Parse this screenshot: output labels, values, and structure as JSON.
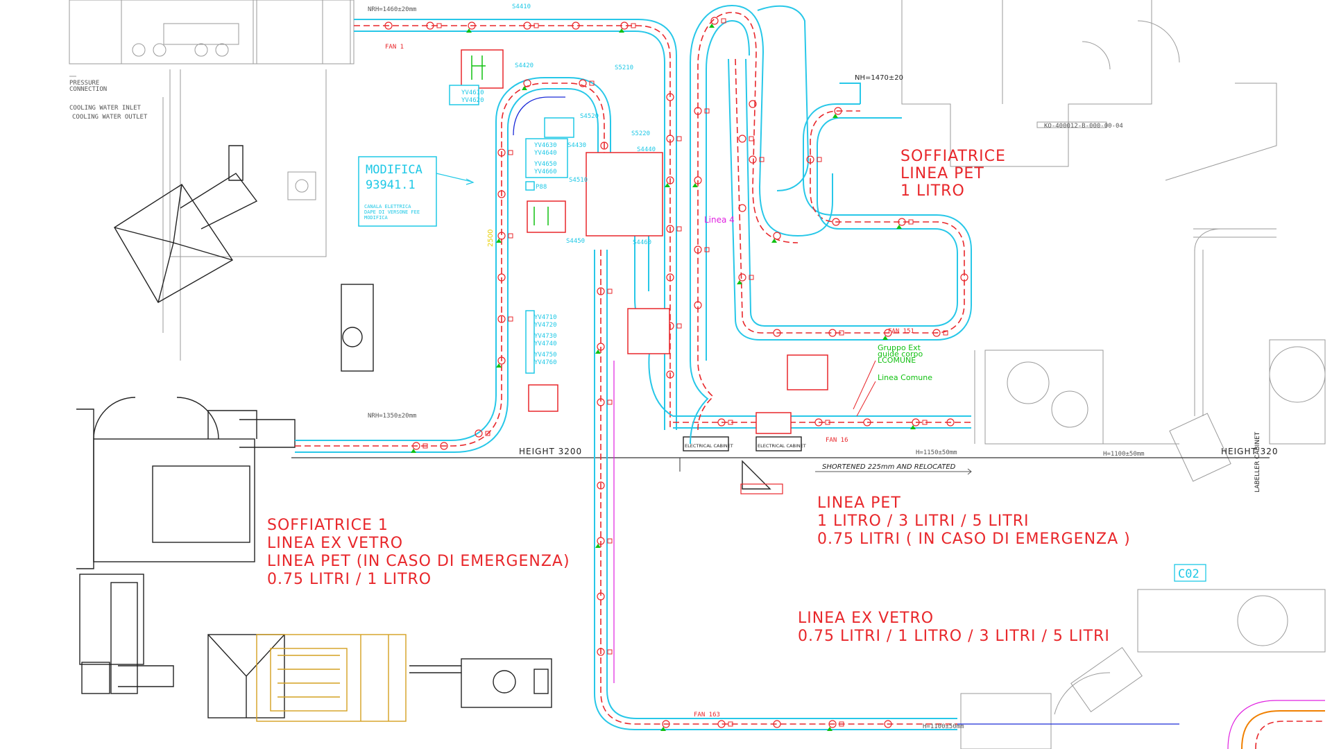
{
  "notes": {
    "soffiatrice_1": [
      "SOFFIATRICE 1",
      "LINEA EX VETRO",
      "LINEA PET (IN CASO DI EMERGENZA)",
      "0.75 LITRI / 1 LITRO"
    ],
    "soffiatrice_pet": [
      "SOFFIATRICE",
      "LINEA PET",
      "1 LITRO"
    ],
    "linea_pet": [
      "LINEA PET",
      "1 LITRO / 3 LITRI / 5 LITRI",
      "0.75 LITRI ( IN CASO DI EMERGENZA )"
    ],
    "linea_ex_vetro": [
      "LINEA EX VETRO",
      "0.75 LITRI / 1 LITRO / 3 LITRI / 5 LITRI"
    ]
  },
  "modifica": {
    "title": "MODIFICA",
    "number": "93941.1",
    "desc": [
      "CANALA ELETTRICA",
      "DAPE DI VERSONE FEE",
      "MODIFICA"
    ]
  },
  "height_marks": [
    "HEIGHT 3200",
    "HEIGHT 320"
  ],
  "dimension_marks": [
    "NRH=1460±20mm",
    "NRH=1350±20mm",
    "NH=1470±20",
    "H=1100±50mm",
    "H=1150±50mm",
    "H=1100±50mm"
  ],
  "shortened_note": "SHORTENED 225mm AND RELOCATED",
  "utility_labels": [
    "PRESSURE",
    "CONNECTION",
    "COOLING WATER INLET",
    "COOLING WATER OUTLET"
  ],
  "drawing_code": "KO-400012-B-000-00-04",
  "line_labels": {
    "linea_4": "Linea 4",
    "linea_comune": "Linea Comune",
    "gruppo": [
      "Gruppo Ext",
      "guide corpo",
      "LCOMUNE"
    ]
  },
  "valve_tags": [
    "YV4610",
    "YV4620",
    "YV4630",
    "YV4640",
    "YV4650",
    "YV4660",
    "YV4710",
    "YV4720",
    "YV4730",
    "YV4740",
    "YV4750",
    "YV4760"
  ],
  "sensor_tags": [
    "S4410",
    "S4420",
    "S5210",
    "S4430",
    "S4440",
    "S4450",
    "S4460",
    "S4520",
    "S5220",
    "S4510",
    "P88"
  ],
  "fan_tags": [
    "FAN 1",
    "FAN 151",
    "FAN 16",
    "FAN 163"
  ],
  "cabinet_labels": [
    "ELECTRICAL CABINET",
    "ELECTRICAL CABINET"
  ],
  "c02_label": "C02",
  "mid_label": "2500",
  "right_label": "LABELLER CABINET",
  "colors": {
    "conveyor_outer": "#27c7e8",
    "conveyor_center": "#e8262a",
    "conveyor_inner": "#1a2ad8",
    "notes": "#e8262a",
    "machine": "#9a9a9a",
    "equipment": "#222222",
    "packer": "#d4a020",
    "signal": "#10c010",
    "accent": "#e020e0"
  }
}
